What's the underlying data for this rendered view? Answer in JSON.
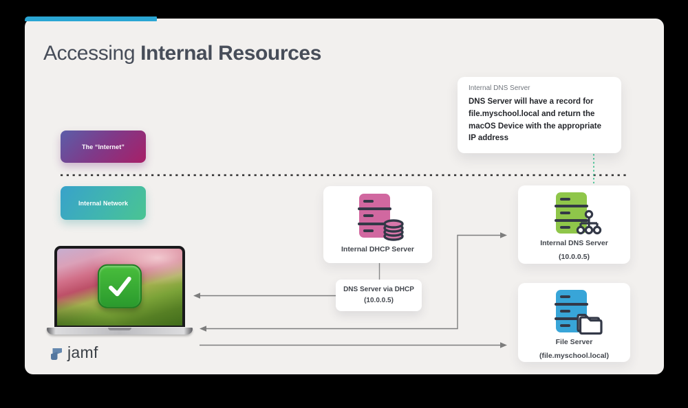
{
  "title": {
    "regular": "Accessing",
    "bold": "Internal Resources"
  },
  "callout": {
    "label": "Internal DNS Server",
    "body": "DNS Server will have a record for file.myschool.local and return the macOS Device with the appropriate IP address"
  },
  "badges": {
    "internet": "The “Internet”",
    "internal_network": "Internal Network"
  },
  "cards": {
    "dhcp": {
      "label": "Internal DHCP Server"
    },
    "dns": {
      "label": "Internal DNS Server",
      "sublabel": "(10.0.0.5)"
    },
    "file": {
      "label": "File Server",
      "sublabel": "(file.myschool.local)"
    },
    "dns_via_dhcp": {
      "label": "DNS Server via DHCP",
      "sublabel": "(10.0.0.5)"
    }
  },
  "logo": {
    "text": "jamf"
  },
  "colors": {
    "slide_bg": "#F2F0EE",
    "accent_cyan_bar": "#2BA6D4",
    "title_color": "#474D59",
    "internet_gradient": [
      "#5B5EA9",
      "#A81F67"
    ],
    "network_gradient": [
      "#38A2CA",
      "#4AC492"
    ],
    "dhcp_server_pink": "#D168A0",
    "dns_server_green": "#8FC64A",
    "file_server_blue": "#38A5D8",
    "icon_line_dark": "#333847",
    "arrow_gray": "#7D7D7D",
    "divider_black": "#2B2B2B",
    "dotted_green": "#2FBE8A",
    "checkmark_green": "#2FA52F"
  },
  "icons": {
    "dhcp_card": "server-with-database-icon",
    "dns_card": "server-with-network-tree-icon",
    "file_card": "server-with-folder-icon",
    "device": "macbook-with-checkmark",
    "logo_mark": "jamf-logo-icon"
  }
}
